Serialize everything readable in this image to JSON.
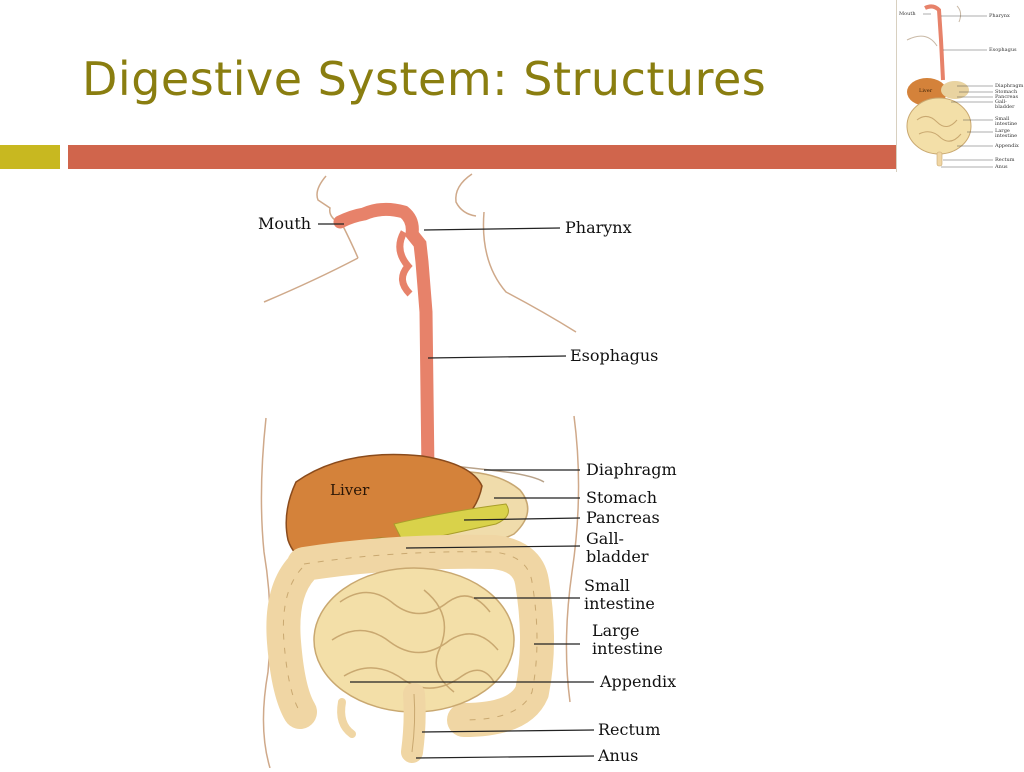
{
  "slide": {
    "title": "Digestive System: Structures"
  },
  "colors": {
    "title": "#8a7e10",
    "accent_bar": "#c8b820",
    "main_bar": "#d0654c",
    "esophagus": "#e7826a",
    "liver": "#d4823a",
    "intestine": "#f3dfa8",
    "gallbladder": "#d9d24a"
  },
  "diagram": {
    "labels": {
      "mouth": "Mouth",
      "pharynx": "Pharynx",
      "esophagus": "Esophagus",
      "diaphragm": "Diaphragm",
      "stomach": "Stomach",
      "pancreas": "Pancreas",
      "gall_1": "Gall-",
      "gall_2": "bladder",
      "small_1": "Small",
      "small_2": "intestine",
      "large_1": "Large",
      "large_2": "intestine",
      "appendix": "Appendix",
      "rectum": "Rectum",
      "anus": "Anus",
      "liver": "Liver"
    }
  },
  "thumbnail": {
    "labels": {
      "mouth": "Mouth",
      "pharynx": "Pharynx",
      "esophagus": "Esophagus",
      "diaphragm": "Diaphragm",
      "stomach": "Stomach",
      "pancreas": "Pancreas",
      "gall": "Gall-",
      "bladder": "bladder",
      "small": "Small",
      "small_int": "intestine",
      "large": "Large",
      "large_int": "intestine",
      "appendix": "Appendix",
      "rectum": "Rectum",
      "anus": "Anus",
      "liver": "Liver"
    }
  }
}
